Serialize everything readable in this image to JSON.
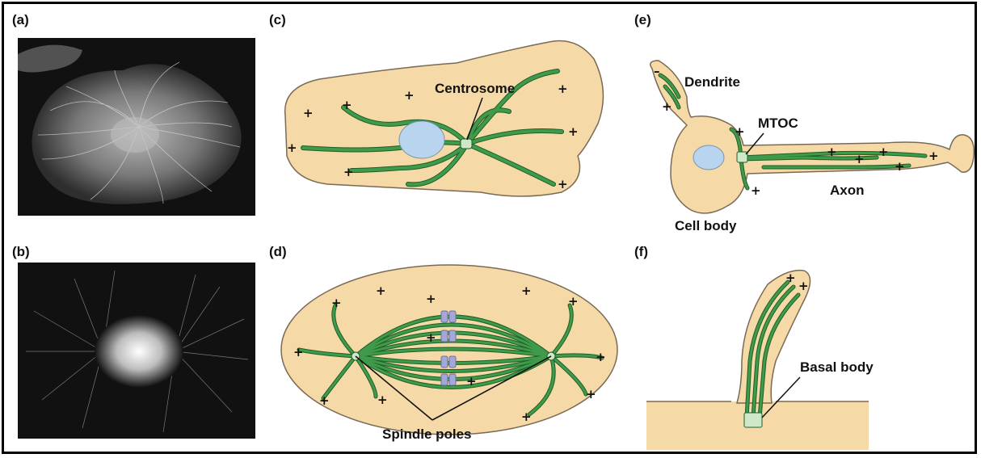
{
  "panels": {
    "a": {
      "label": "(a)"
    },
    "b": {
      "label": "(b)"
    },
    "c": {
      "label": "(c)",
      "callouts": {
        "centrosome": "Centrosome"
      }
    },
    "d": {
      "label": "(d)",
      "callouts": {
        "spindle_poles": "Spindle poles"
      }
    },
    "e": {
      "label": "(e)",
      "callouts": {
        "dendrite": "Dendrite",
        "mtoc": "MTOC",
        "axon": "Axon",
        "cell_body": "Cell body"
      },
      "minus_mark": "–"
    },
    "f": {
      "label": "(f)",
      "callouts": {
        "basal_body": "Basal body"
      }
    }
  },
  "plus_mark": "+",
  "colors": {
    "cytoplasm": "#f5d9a6",
    "cytoplasm_edge": "#7a6a55",
    "nucleus": "#b8d4ef",
    "microtubule": "#3f9a4a",
    "microtubule_dark": "#1f5e29",
    "centrosome": "#cfe8c7",
    "chromosome": "#a4a8d6",
    "micrograph_bg": "#111111"
  }
}
